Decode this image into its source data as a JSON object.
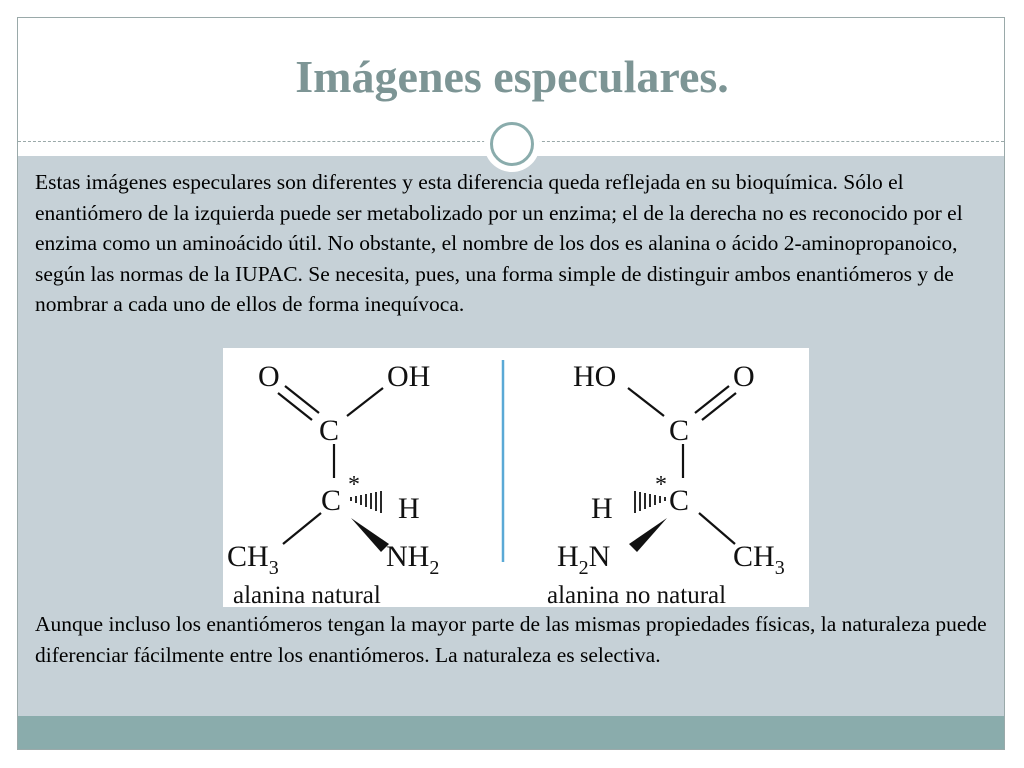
{
  "slide": {
    "title": "Imágenes especulares.",
    "paragraph1": "Estas imágenes especulares son diferentes y esta diferencia queda reflejada en su bioquímica. Sólo el enantiómero de la izquierda puede ser metabolizado por un enzima; el de la derecha no es reconocido por el enzima como un aminoácido útil. No obstante, el nombre de los dos es alanina o ácido 2-aminopropanoico, según las normas de la IUPAC. Se necesita, pues, una forma simple de distinguir ambos enantiómeros y de nombrar a cada uno de ellos de forma inequívoca.",
    "paragraph2": "Aunque incluso los enantiómeros tengan la mayor parte de las mismas propiedades físicas, la naturaleza puede diferenciar fácilmente entre los enantiómeros. La naturaleza es selectiva."
  },
  "figure": {
    "left": {
      "caption": "alanina natural",
      "atom_O": "O",
      "atom_OH": "OH",
      "atom_C_top": "C",
      "atom_C_chiral": "C",
      "chiral_mark": "*",
      "atom_H": "H",
      "ch": "CH",
      "ch_sub": "3",
      "nh": "NH",
      "nh_sub": "2"
    },
    "right": {
      "caption": "alanina no natural",
      "atom_HO": "HO",
      "atom_O": "O",
      "atom_C_top": "C",
      "atom_C_chiral": "C",
      "chiral_mark": "*",
      "atom_H": "H",
      "h2": "H",
      "h2_sub": "2",
      "h2_n": "N",
      "ch": "CH",
      "ch_sub": "3"
    }
  },
  "colors": {
    "title": "#7d9595",
    "content_band": "#c6d1d7",
    "bottom_band": "#8aacac",
    "mirror_line": "#5aa9d6"
  }
}
